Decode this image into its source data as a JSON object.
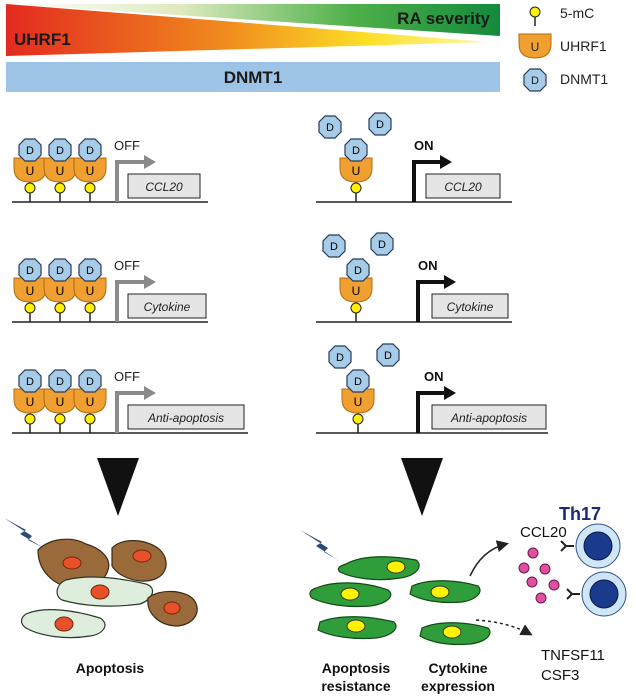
{
  "header": {
    "uhrf1_label": "UHRF1",
    "severity_label": "RA severity",
    "dnmt1_label": "DNMT1"
  },
  "legend": {
    "mc_label": "5-mC",
    "uhrf1_label": "UHRF1",
    "dnmt1_label": "DNMT1",
    "u_glyph": "U",
    "d_glyph": "D"
  },
  "left_genes": [
    {
      "state": "OFF",
      "gene": "CCL20"
    },
    {
      "state": "OFF",
      "gene": "Cytokine"
    },
    {
      "state": "OFF",
      "gene": "Anti-apoptosis"
    }
  ],
  "right_genes": [
    {
      "state": "ON",
      "gene": "CCL20"
    },
    {
      "state": "ON",
      "gene": "Cytokine"
    },
    {
      "state": "ON",
      "gene": "Anti-apoptosis"
    }
  ],
  "bottom": {
    "apoptosis": "Apoptosis",
    "resistance_1": "Apoptosis",
    "resistance_2": "resistance",
    "cytokine_1": "Cytokine",
    "cytokine_2": "expression",
    "ccl20": "CCL20",
    "th17": "Th17",
    "tnfsf11": "TNFSF11",
    "csf3": "CSF3"
  },
  "colors": {
    "uhrf1_orange": "#f0a030",
    "dnmt1_blue": "#a6cce8",
    "mc_yellow": "#fff200",
    "dnmt1_bar": "#9dc3e6",
    "th17_blue": "#1a3a8c",
    "cell_green": "#2f9e3a",
    "cell_brown": "#9a6a3a"
  }
}
